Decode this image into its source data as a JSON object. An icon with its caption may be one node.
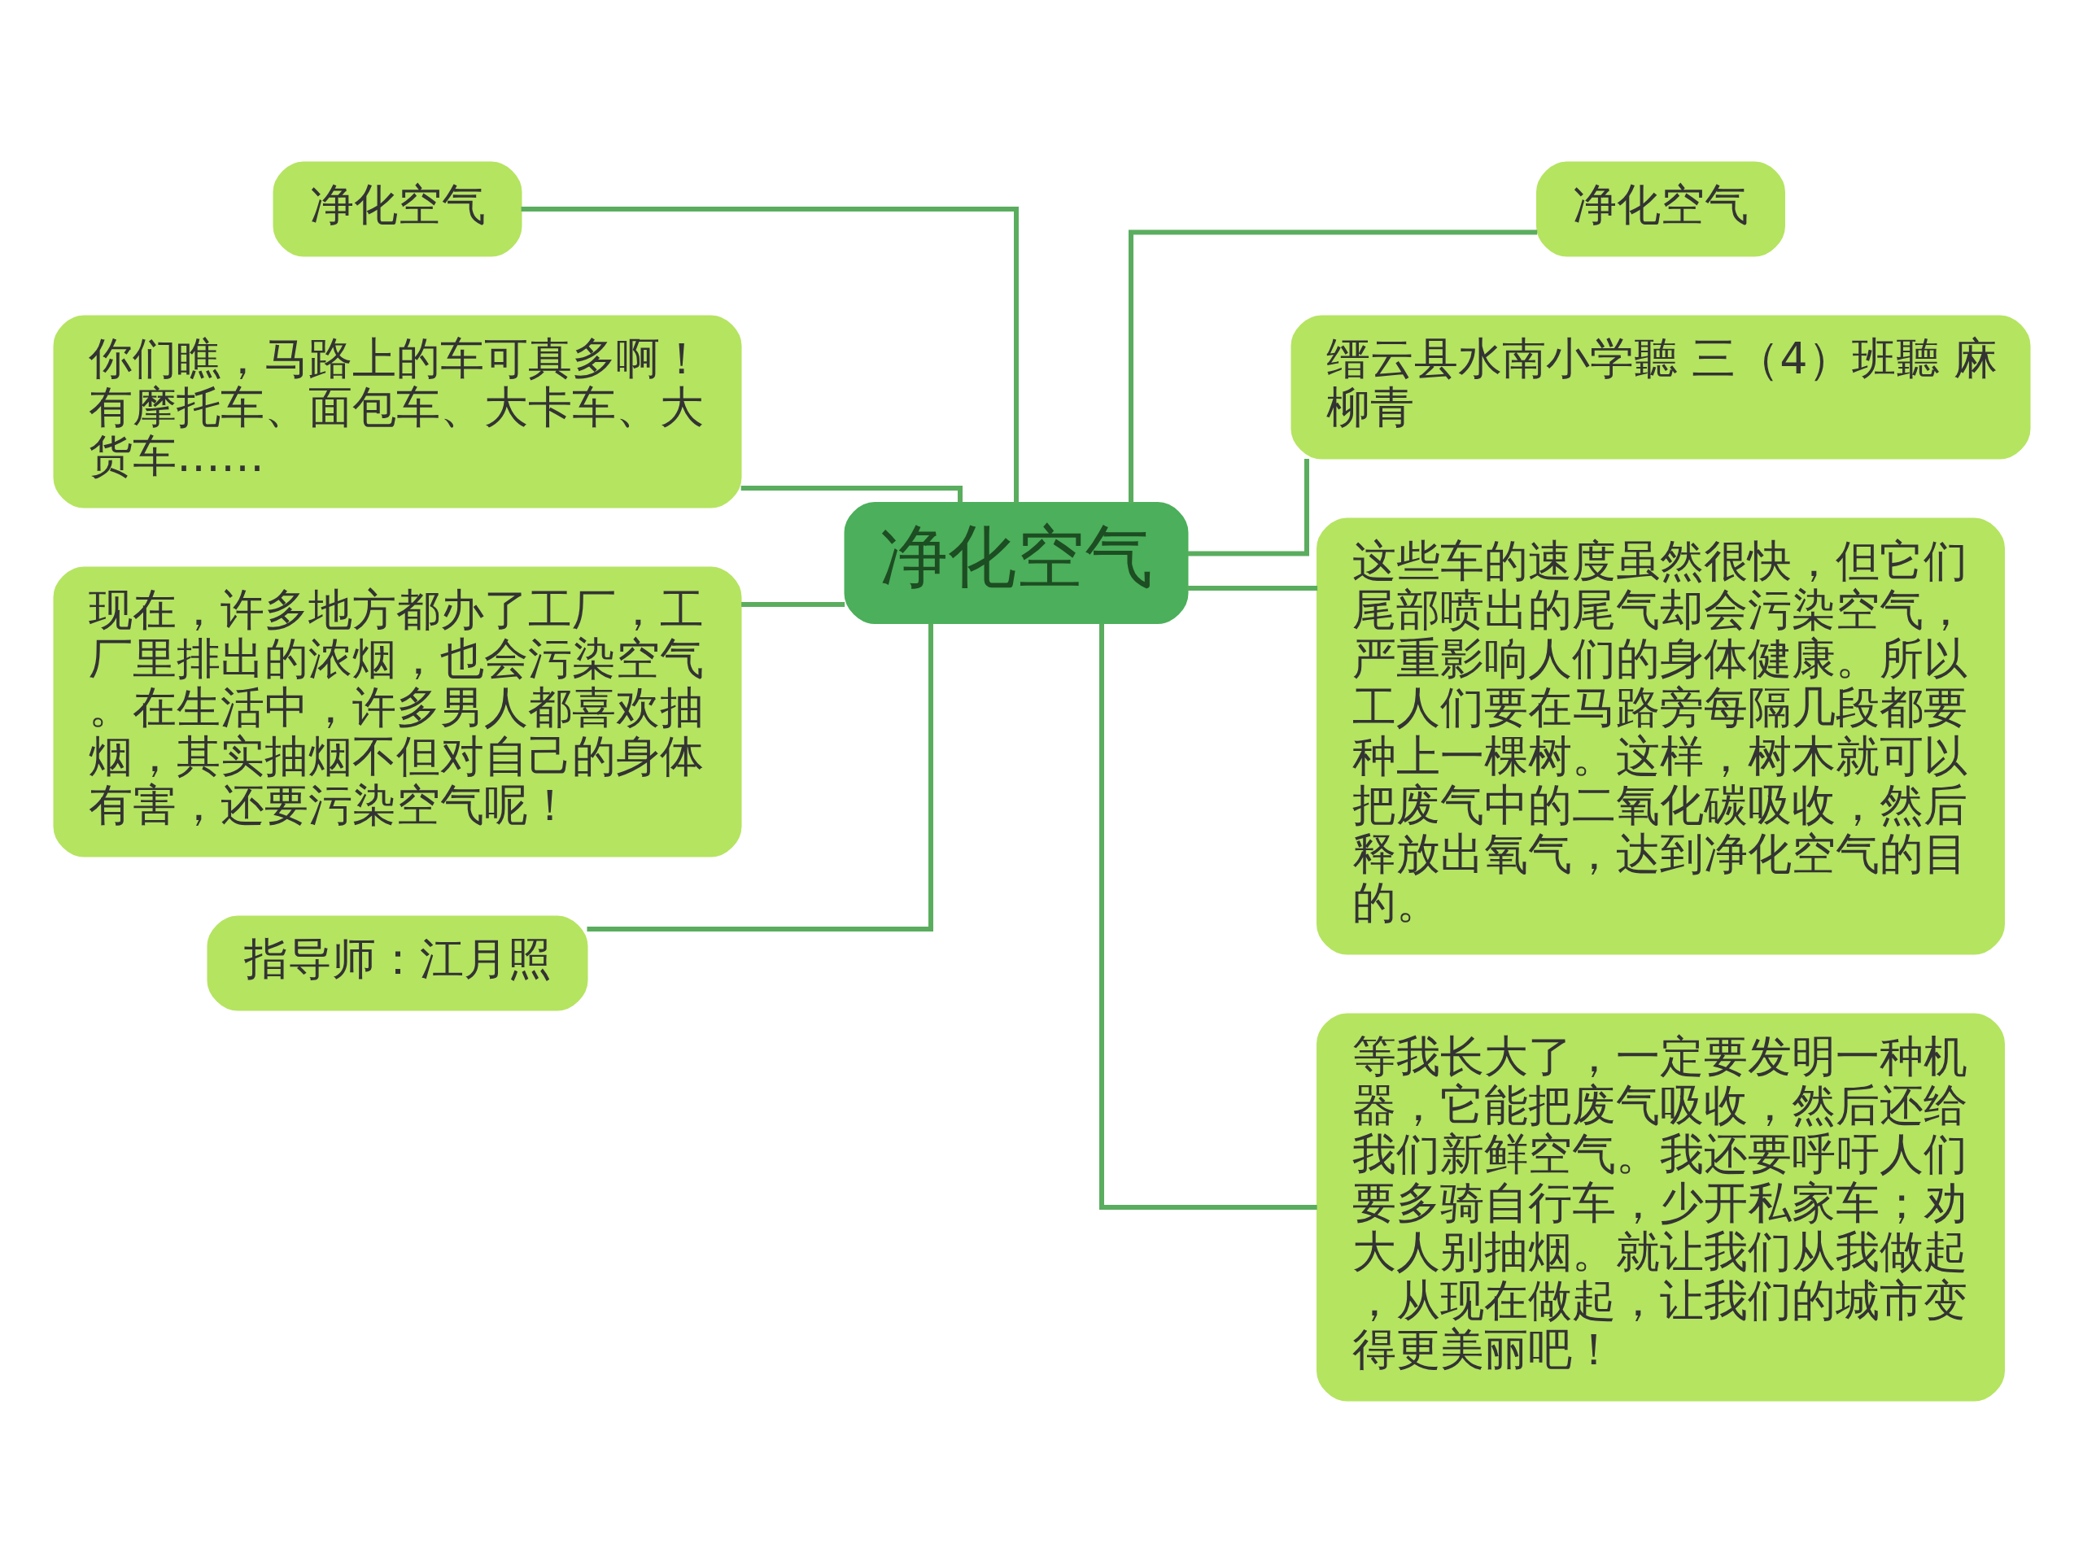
{
  "diagram": {
    "nodes": [
      {
        "text": [
          "净化空气"
        ]
      },
      {
        "text": [
          "净化空气"
        ]
      },
      {
        "text": [
          "你们瞧，马路上的车可真多啊！有摩托车、面包车、大卡车、大货车……"
        ]
      },
      {
        "text": [
          "现在，许多地方都办了工厂，工厂里排出的浓烟，也会污染空气。在生活中，许多男人都喜欢抽烟，其实抽烟不但对自己的身体有害，还要污染空气呢！"
        ]
      },
      {
        "text": [
          "指导师：江月照"
        ]
      },
      {
        "text": [
          "净化空气"
        ]
      },
      {
        "text": [
          "缙云县水南小学聽 三（4）班聽 麻柳青"
        ]
      },
      {
        "text": [
          "这些车的速度虽然很快，但它们尾部喷出的尾气却会污染空气，严重影响人们的身体健康。所以工人们要在马路旁每隔几段都要种上一棵树。这样，树木就可以把废气中的二氧化碳吸收，然后释放出氧气，达到净化空气的目的。"
        ]
      },
      {
        "text": [
          "等我长大了，一定要发明一种机器，它能把废气吸收，然后还给我们新鲜空气。我还要呼吁人们要多骑自行车，少开私家车；劝大人别抽烟。就让我们从我做起，从现在做起，让我们的城市变得更美丽吧！"
        ]
      }
    ],
    "edges": [
      {
        "from": 0,
        "to": 1,
        "arrow": "none"
      },
      {
        "from": 0,
        "to": 2,
        "arrow": "none"
      },
      {
        "from": 0,
        "to": 3,
        "arrow": "none"
      },
      {
        "from": 0,
        "to": 4,
        "arrow": "none"
      },
      {
        "from": 0,
        "to": 5,
        "arrow": "none"
      },
      {
        "from": 0,
        "to": 6,
        "arrow": "none"
      },
      {
        "from": 0,
        "to": 7,
        "arrow": "none"
      },
      {
        "from": 0,
        "to": 8,
        "arrow": "none"
      }
    ]
  }
}
